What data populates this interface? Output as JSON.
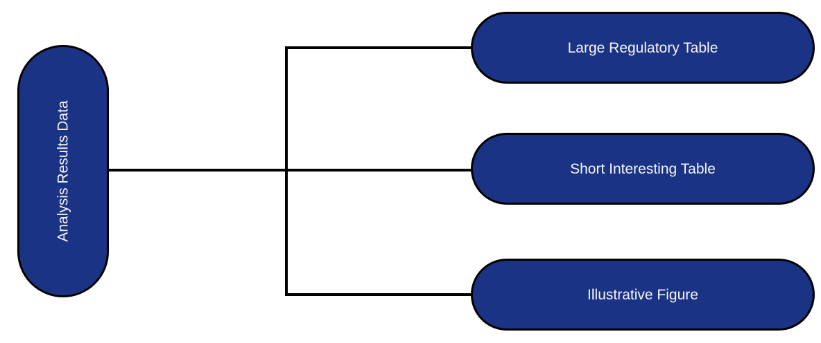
{
  "diagram": {
    "type": "flowchart",
    "orientation": "left-to-right",
    "root": {
      "label": "Analysis Results Data",
      "text_rotation": "vertical-bottom-to-top"
    },
    "children": [
      {
        "label": "Large Regulatory Table"
      },
      {
        "label": "Short Interesting Table"
      },
      {
        "label": "Illustrative Figure"
      }
    ],
    "connections": [
      {
        "from": "Analysis Results Data",
        "to": "Large Regulatory Table"
      },
      {
        "from": "Analysis Results Data",
        "to": "Short Interesting Table"
      },
      {
        "from": "Analysis Results Data",
        "to": "Illustrative Figure"
      }
    ],
    "colors": {
      "node_fill": "#1b3384",
      "node_border": "#000000",
      "node_text": "#f5f5f5",
      "connector": "#000000",
      "background": "#ffffff"
    }
  }
}
